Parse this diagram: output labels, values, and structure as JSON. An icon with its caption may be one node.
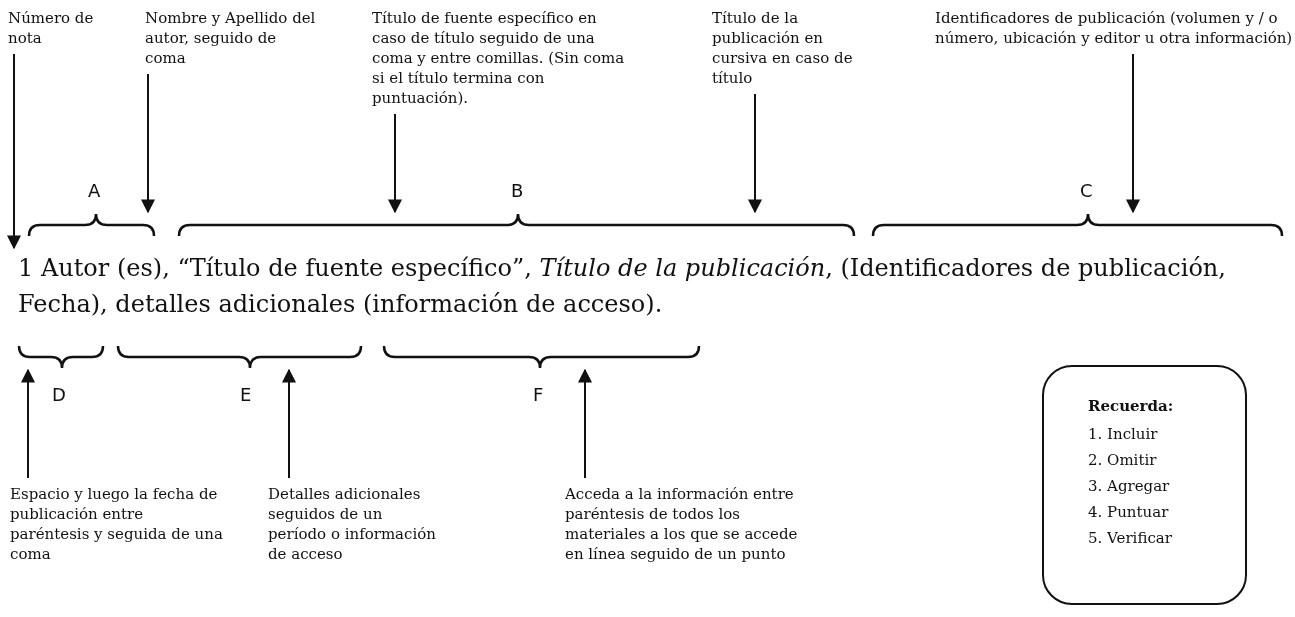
{
  "diagram": {
    "nodes": [
      {
        "text": [
          "Número de nota"
        ]
      },
      {
        "text": [
          "Nombre y Apellido del autor, seguido de coma"
        ]
      },
      {
        "text": [
          "Título de fuente específico en caso de título seguido de una coma y entre comillas. (Sin coma si el título termina con puntuación)."
        ]
      },
      {
        "text": [
          "Título de la publicación en cursiva en caso de título"
        ]
      },
      {
        "text": [
          "Identificadores de publicación (volumen y / o número, ubicación y editor u otra información)"
        ]
      },
      {
        "text": [
          "Espacio y luego la fecha de publicación entre paréntesis y seguida de una coma"
        ]
      },
      {
        "text": [
          "Detalles adicionales seguidos de un período o información de acceso"
        ]
      },
      {
        "text": [
          "Acceda a la información entre paréntesis de todos los materiales a los que se accede en línea seguido de un punto"
        ]
      },
      {
        "text": [
          "Recuerda:",
          "1. Incluir",
          "2. Omitir",
          "3. Agregar",
          "4. Puntuar",
          "5. Verificar"
        ]
      },
      {
        "text": [],
        "shape": "brace"
      },
      {
        "text": [],
        "shape": "brace"
      },
      {
        "text": [],
        "shape": "brace"
      },
      {
        "text": [
          "1 Autor (es), “Título de fuente específico”, *Título de la publicación*, (Identificadores de publicación, Fecha), detalles adicionales (información de acceso)."
        ]
      },
      {
        "text": [],
        "shape": "brace"
      },
      {
        "text": [],
        "shape": "brace"
      },
      {
        "text": [],
        "shape": "brace"
      }
    ],
    "edges": [
      {
        "from": 0,
        "to": 12,
        "arrow": "to"
      },
      {
        "from": 1,
        "to": 9,
        "arrow": "to"
      },
      {
        "from": 2,
        "to": 10,
        "arrow": "to"
      },
      {
        "from": 3,
        "to": 10,
        "arrow": "to"
      },
      {
        "from": 4,
        "to": 11,
        "arrow": "to"
      },
      {
        "from": 5,
        "to": 13,
        "arrow": "to"
      },
      {
        "from": 6,
        "to": 14,
        "arrow": "to"
      },
      {
        "from": 7,
        "to": 15,
        "arrow": "to"
      }
    ],
    "labels": [
      "A",
      "B",
      "C",
      "D",
      "E",
      "F"
    ]
  }
}
